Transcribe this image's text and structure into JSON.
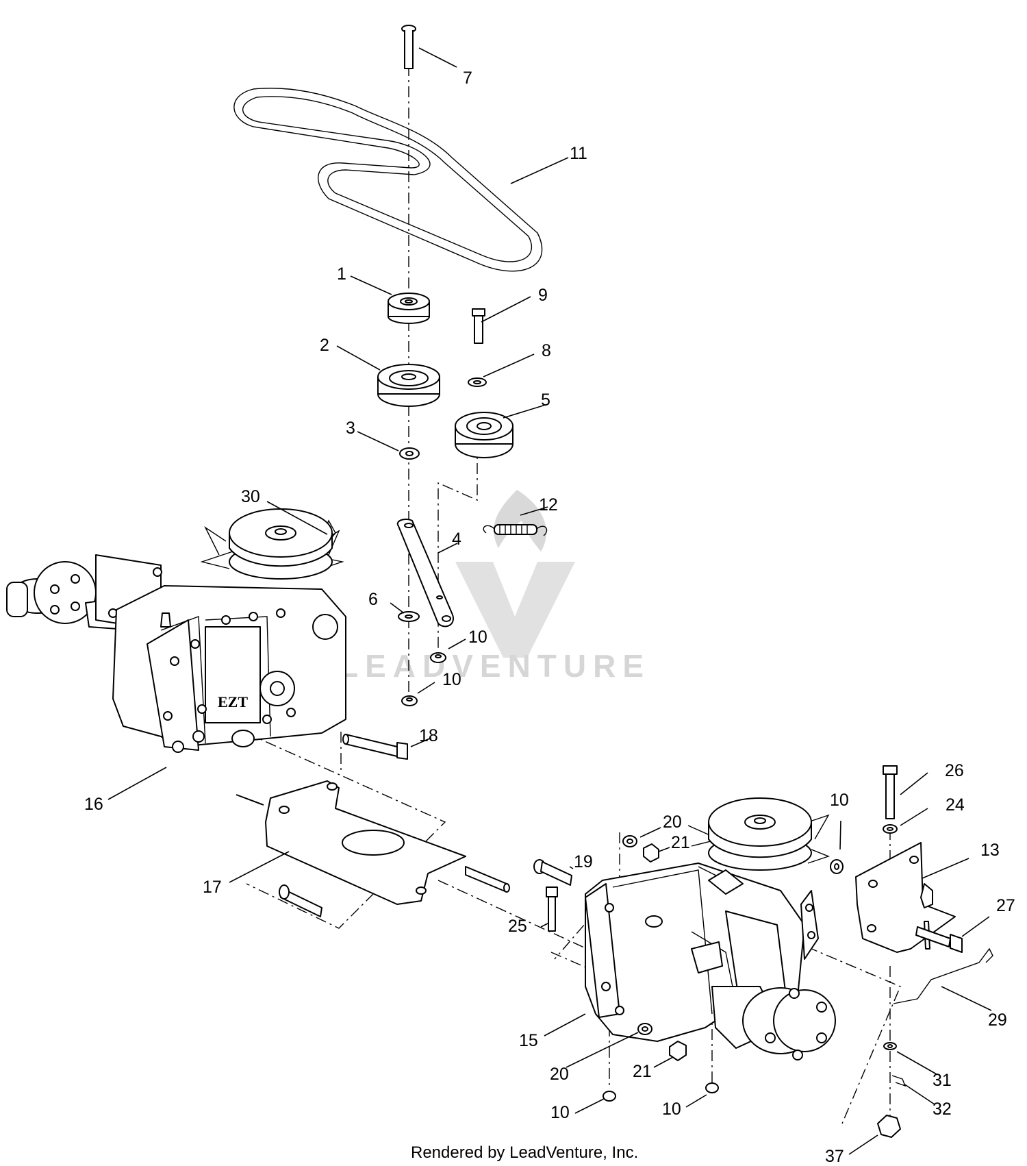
{
  "diagram": {
    "footer": "Rendered by LeadVenture, Inc.",
    "watermark": "LEADVENTURE",
    "callouts": [
      {
        "id": "c7",
        "label": "7"
      },
      {
        "id": "c11",
        "label": "11"
      },
      {
        "id": "c1",
        "label": "1"
      },
      {
        "id": "c9",
        "label": "9"
      },
      {
        "id": "c2",
        "label": "2"
      },
      {
        "id": "c8",
        "label": "8"
      },
      {
        "id": "c5",
        "label": "5"
      },
      {
        "id": "c3",
        "label": "3"
      },
      {
        "id": "c30",
        "label": "30"
      },
      {
        "id": "c12",
        "label": "12"
      },
      {
        "id": "c4",
        "label": "4"
      },
      {
        "id": "c6",
        "label": "6"
      },
      {
        "id": "c10a",
        "label": "10"
      },
      {
        "id": "c10b",
        "label": "10"
      },
      {
        "id": "c18",
        "label": "18"
      },
      {
        "id": "c16",
        "label": "16"
      },
      {
        "id": "c26",
        "label": "26"
      },
      {
        "id": "c10c",
        "label": "10"
      },
      {
        "id": "c24",
        "label": "24"
      },
      {
        "id": "c20a",
        "label": "20"
      },
      {
        "id": "c21a",
        "label": "21"
      },
      {
        "id": "c13",
        "label": "13"
      },
      {
        "id": "c19",
        "label": "19"
      },
      {
        "id": "c17",
        "label": "17"
      },
      {
        "id": "c27",
        "label": "27"
      },
      {
        "id": "c25",
        "label": "25"
      },
      {
        "id": "c29",
        "label": "29"
      },
      {
        "id": "c15",
        "label": "15"
      },
      {
        "id": "c20b",
        "label": "20"
      },
      {
        "id": "c21b",
        "label": "21"
      },
      {
        "id": "c31",
        "label": "31"
      },
      {
        "id": "c32",
        "label": "32"
      },
      {
        "id": "c10d",
        "label": "10"
      },
      {
        "id": "c10e",
        "label": "10"
      },
      {
        "id": "c37",
        "label": "37"
      }
    ]
  }
}
